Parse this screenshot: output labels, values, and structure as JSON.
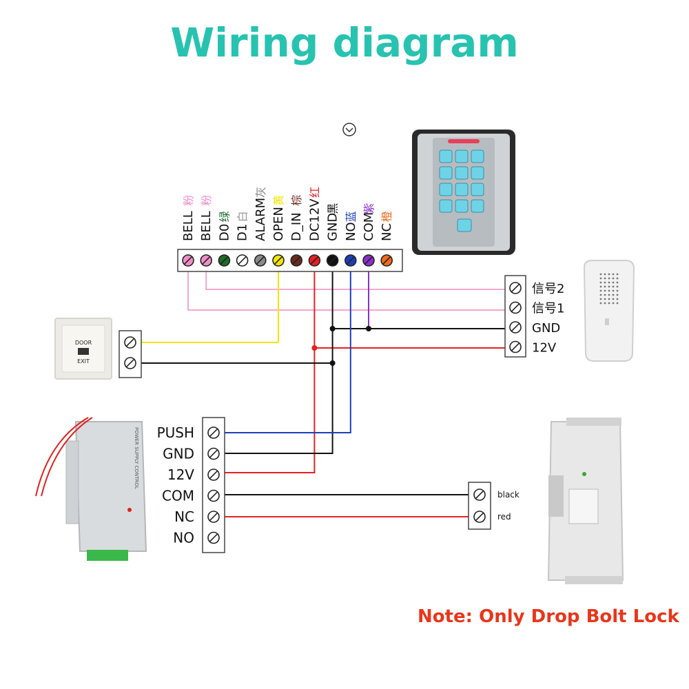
{
  "title": "Wiring diagram",
  "top_icon": "chevron-down-circle-icon",
  "controller": {
    "terminals": [
      {
        "label": "BELL",
        "cn": "粉",
        "color": "#f08ec8"
      },
      {
        "label": "BELL",
        "cn": "粉",
        "color": "#f08ec8"
      },
      {
        "label": "D0",
        "cn": "绿",
        "color": "#1f6b2a"
      },
      {
        "label": "D1",
        "cn": "白",
        "color": "#ffffff"
      },
      {
        "label": "ALARM",
        "cn": "灰",
        "color": "#8a8a8a"
      },
      {
        "label": "OPEN",
        "cn": "黄",
        "color": "#f2e600"
      },
      {
        "label": "D_IN",
        "cn": "棕",
        "color": "#6b2a1a"
      },
      {
        "label": "DC12V",
        "cn": "红",
        "color": "#e62020"
      },
      {
        "label": "GND",
        "cn": "黑",
        "color": "#111111"
      },
      {
        "label": "NO",
        "cn": "蓝",
        "color": "#1c3fb8"
      },
      {
        "label": "COM",
        "cn": "紫",
        "color": "#8a2fc9"
      },
      {
        "label": "NC",
        "cn": "橙",
        "color": "#f26a1b"
      }
    ]
  },
  "doorbell": {
    "terminals": [
      "信号2",
      "信号1",
      "GND",
      "12V"
    ]
  },
  "exit_button": {
    "line1": "DOOR",
    "line2": "EXIT"
  },
  "power_supply": {
    "terminals": [
      "PUSH",
      "GND",
      "12V",
      "COM",
      "NC",
      "NO"
    ],
    "label": "POWER SUPPLY CONTROL"
  },
  "lock": {
    "wires": [
      "black",
      "red"
    ]
  },
  "note": "Note: Only Drop Bolt Lock",
  "colors": {
    "title": "#27c3b0",
    "note": "#e8361b",
    "pink": "#f2a7cf",
    "yellow": "#f2e600",
    "red": "#e62020",
    "black": "#111111",
    "blue": "#1c3fb8",
    "purple": "#8a2fc9"
  }
}
